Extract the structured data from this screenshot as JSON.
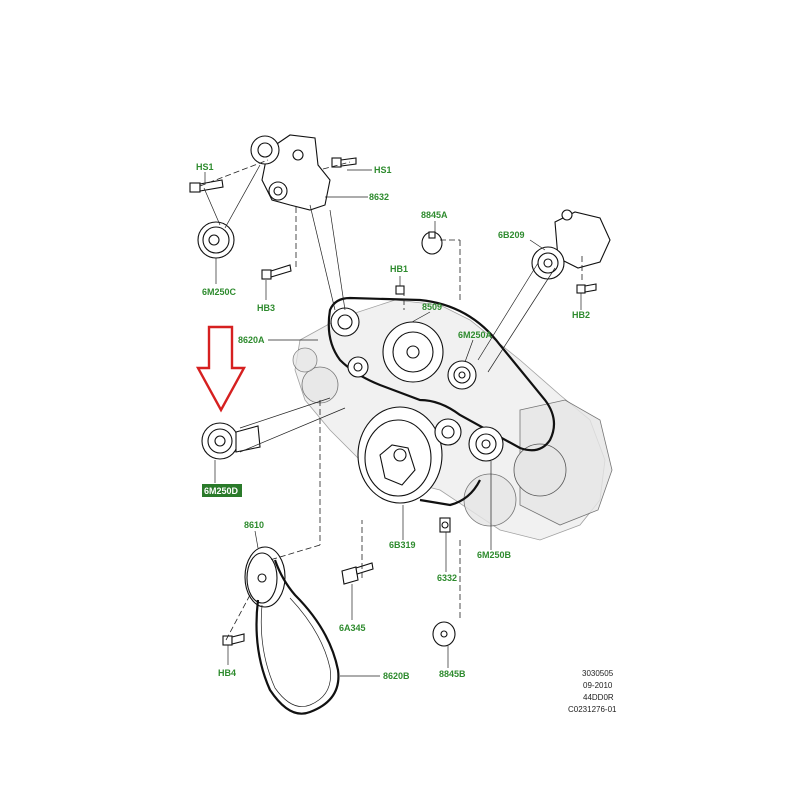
{
  "labels": {
    "hs1_left": "HS1",
    "hs1_right": "HS1",
    "p8632": "8632",
    "p8845a": "8845A",
    "p6b209": "6B209",
    "hb1": "HB1",
    "p6m250c": "6M250C",
    "hb3": "HB3",
    "hb2": "HB2",
    "p8509": "8509",
    "p8620a": "8620A",
    "p6m250a": "6M250A",
    "p6m250d": "6M250D",
    "p8610": "8610",
    "p6b319": "6B319",
    "p6332": "6332",
    "p6m250b": "6M250B",
    "p6a345": "6A345",
    "hb4": "HB4",
    "p8620b": "8620B",
    "p8845b": "8845B"
  },
  "reference": {
    "line1": "3030505",
    "line2": "09-2010",
    "line3": "44DD0R",
    "line4": "C0231276-01"
  },
  "colors": {
    "label_green": "#2e8b2e",
    "arrow_red": "#d62020",
    "highlight_bg": "#2a7a2a"
  }
}
